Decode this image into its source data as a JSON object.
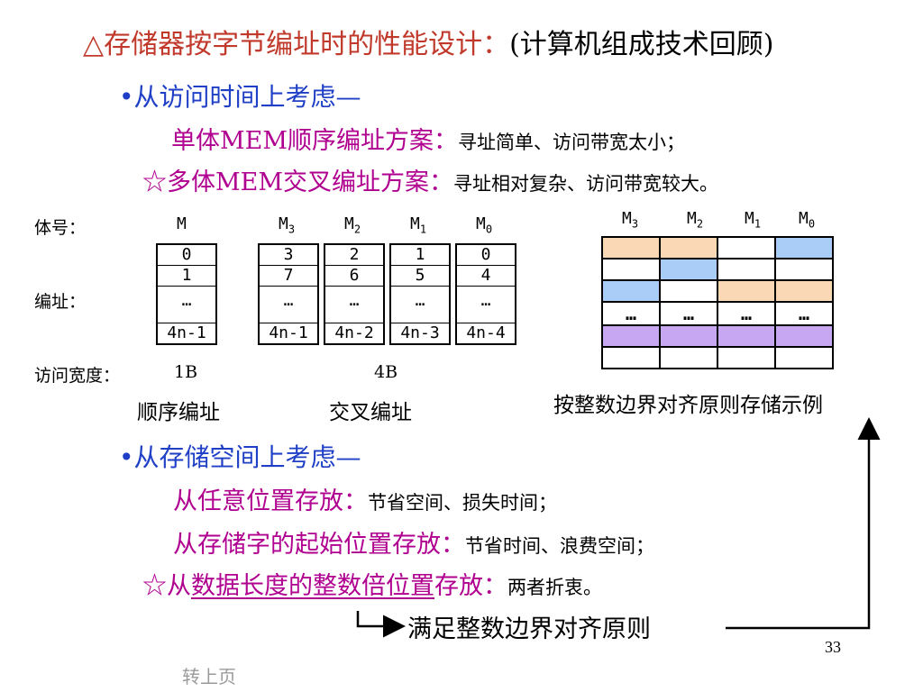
{
  "title": {
    "prefix": "△存储器按字节编址时的性能设计：",
    "suffix": "(计算机组成技术回顾)"
  },
  "sec_time": {
    "heading": "•从访问时间上考虑—",
    "line1_label": "单体MEM顺序编址方案：",
    "line1_desc": "寻址简单、访问带宽太小；",
    "line2_label": "☆多体MEM交叉编址方案：",
    "line2_desc": "寻址相对复杂、访问带宽较大。"
  },
  "diagram": {
    "bank_no_label": "体号：",
    "address_label": "编址：",
    "width_label": "访问宽度：",
    "single_name": "M",
    "single_cells": [
      "0",
      "1",
      "…",
      "4n-1"
    ],
    "single_width": "1B",
    "multi_width": "4B",
    "banks": [
      {
        "name": "M",
        "sub": "3",
        "cells": [
          "3",
          "7",
          "…",
          "4n-1"
        ]
      },
      {
        "name": "M",
        "sub": "2",
        "cells": [
          "2",
          "6",
          "…",
          "4n-2"
        ]
      },
      {
        "name": "M",
        "sub": "1",
        "cells": [
          "1",
          "5",
          "…",
          "4n-3"
        ]
      },
      {
        "name": "M",
        "sub": "0",
        "cells": [
          "0",
          "4",
          "…",
          "4n-4"
        ]
      }
    ],
    "sequential_caption": "顺序编址",
    "interleaved_caption": "交叉编址"
  },
  "alignment_grid": {
    "headers": [
      {
        "name": "M",
        "sub": "3"
      },
      {
        "name": "M",
        "sub": "2"
      },
      {
        "name": "M",
        "sub": "1"
      },
      {
        "name": "M",
        "sub": "0"
      }
    ],
    "rows": [
      [
        "orange",
        "orange",
        "white",
        "blue"
      ],
      [
        "white",
        "blue",
        "white",
        "white"
      ],
      [
        "blue",
        "white",
        "orange",
        "orange"
      ],
      [
        "dots",
        "dots",
        "dots",
        "dots"
      ],
      [
        "purple",
        "purple",
        "purple",
        "purple"
      ],
      [
        "white",
        "white",
        "white",
        "white"
      ]
    ],
    "dots": "…",
    "caption": "按整数边界对齐原则存储示例",
    "colors": {
      "orange": "#fad7b5",
      "blue": "#a9cdf7",
      "purple": "#c7a6f2"
    }
  },
  "sec_space": {
    "heading": "•从存储空间上考虑—",
    "line1_label": "从任意位置存放：",
    "line1_desc": "节省空间、损失时间；",
    "line2_label": "从存储字的起始位置存放：",
    "line2_desc": "节省时间、浪费空间；",
    "line3_prefix": "☆从",
    "line3_underlined": "数据长度的整数倍位置",
    "line3_suffix": "存放：",
    "line3_desc": "两者折衷。",
    "conclusion": "满足整数边界对齐原则"
  },
  "page_number": "33",
  "back_link": "转上页"
}
